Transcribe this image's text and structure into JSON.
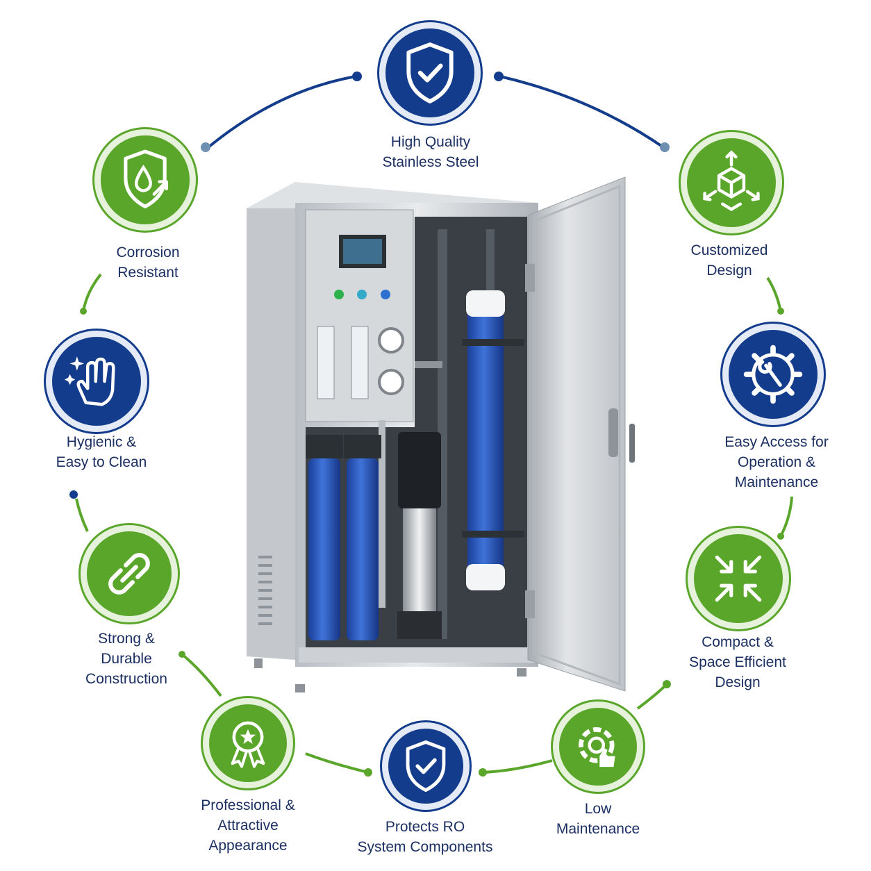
{
  "colors": {
    "green": "#5aa62a",
    "blue": "#143c8c",
    "text": "#1c2f63",
    "steel": "#c9ced3"
  },
  "product": {
    "name": "stainless-steel-ro-water-treatment-cabinet"
  },
  "features": [
    {
      "id": "high-quality-stainless-steel",
      "icon": "shield-check-icon",
      "color": "blue",
      "lines": [
        "High Quality",
        "Stainless Steel"
      ]
    },
    {
      "id": "customized-design",
      "icon": "cube-arrows-icon",
      "color": "green",
      "lines": [
        "Customized",
        "Design"
      ]
    },
    {
      "id": "easy-access",
      "icon": "gear-wrench-icon",
      "color": "blue",
      "lines": [
        "Easy Access for",
        "Operation &",
        "Maintenance"
      ]
    },
    {
      "id": "compact-design",
      "icon": "compress-arrows-icon",
      "color": "green",
      "lines": [
        "Compact &",
        "Space Efficient",
        "Design"
      ]
    },
    {
      "id": "low-maintenance",
      "icon": "gear-thumbs-up-icon",
      "color": "green",
      "lines": [
        "Low",
        "Maintenance"
      ]
    },
    {
      "id": "protects-ro",
      "icon": "shield-check-icon",
      "color": "blue",
      "lines": [
        "Protects RO",
        "System Components"
      ]
    },
    {
      "id": "professional-appearance",
      "icon": "award-ribbon-icon",
      "color": "green",
      "lines": [
        "Professional &",
        "Attractive",
        "Appearance"
      ]
    },
    {
      "id": "strong-durable",
      "icon": "chain-link-icon",
      "color": "green",
      "lines": [
        "Strong &",
        "Durable",
        "Construction"
      ]
    },
    {
      "id": "hygienic",
      "icon": "hand-wipe-sparkle-icon",
      "color": "blue",
      "lines": [
        "Hygienic &",
        "Easy to Clean"
      ]
    },
    {
      "id": "corrosion-resistant",
      "icon": "shield-drop-icon",
      "color": "green",
      "lines": [
        "Corrosion",
        "Resistant"
      ]
    }
  ]
}
